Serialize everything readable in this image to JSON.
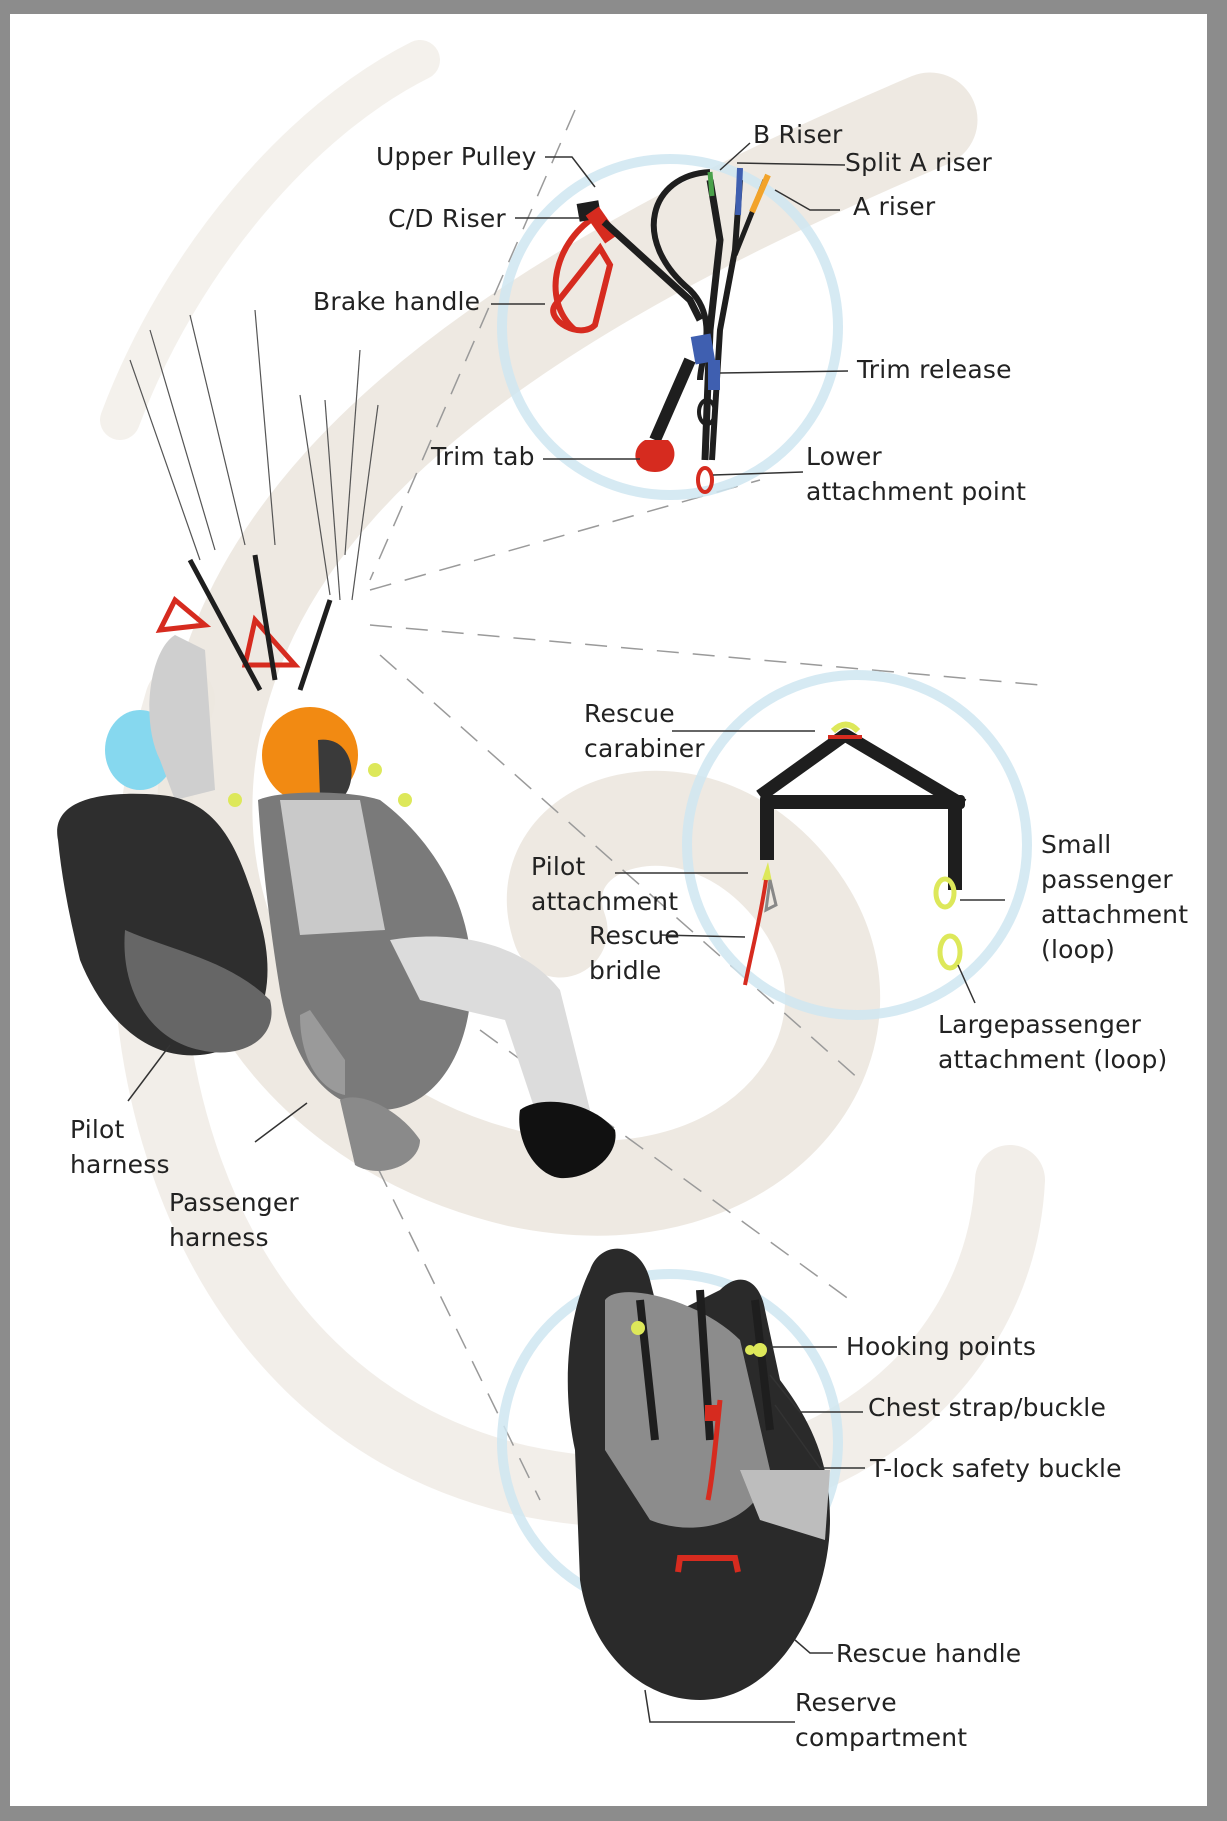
{
  "colors": {
    "frame": "#8c8c8c",
    "swirl": "#e9e4dc",
    "ring": "#cfe6f1",
    "strap": "#1e1e1e",
    "accent_red": "#d62b1f",
    "accent_yellow": "#dde85a",
    "accent_blue": "#3f5fb0",
    "helmet_orange": "#f28a12",
    "visor_cyan": "#86d8ef",
    "label_text": "#222222"
  },
  "labels": {
    "upper_pulley": "Upper Pulley",
    "b_riser": "B Riser",
    "split_a_riser": "Split A riser",
    "cd_riser": "C/D Riser",
    "a_riser": "A riser",
    "brake_handle": "Brake handle",
    "trim_release": "Trim release",
    "trim_tab": "Trim tab",
    "lower_attachment": "Lower\nattachment point",
    "rescue_carabiner": "Rescue\ncarabiner",
    "pilot_attachment": "Pilot\nattachment",
    "rescue_bridle": "Rescue\nbridle",
    "small_passenger": "Small\npassenger\nattachment\n(loop)",
    "large_passenger": "Largepassenger\nattachment (loop)",
    "pilot_harness": "Pilot\nharness",
    "passenger_harness": "Passenger\nharness",
    "hooking_points": "Hooking points",
    "chest_strap": "Chest strap/buckle",
    "t_lock": "T-lock safety buckle",
    "rescue_handle": "Rescue handle",
    "reserve_compartment": "Reserve\ncompartment"
  },
  "icons": {
    "risers": "riser-set-illustration",
    "spreader": "spreader-bar-illustration",
    "tandem": "tandem-pilots-illustration",
    "harness": "harness-illustration"
  }
}
